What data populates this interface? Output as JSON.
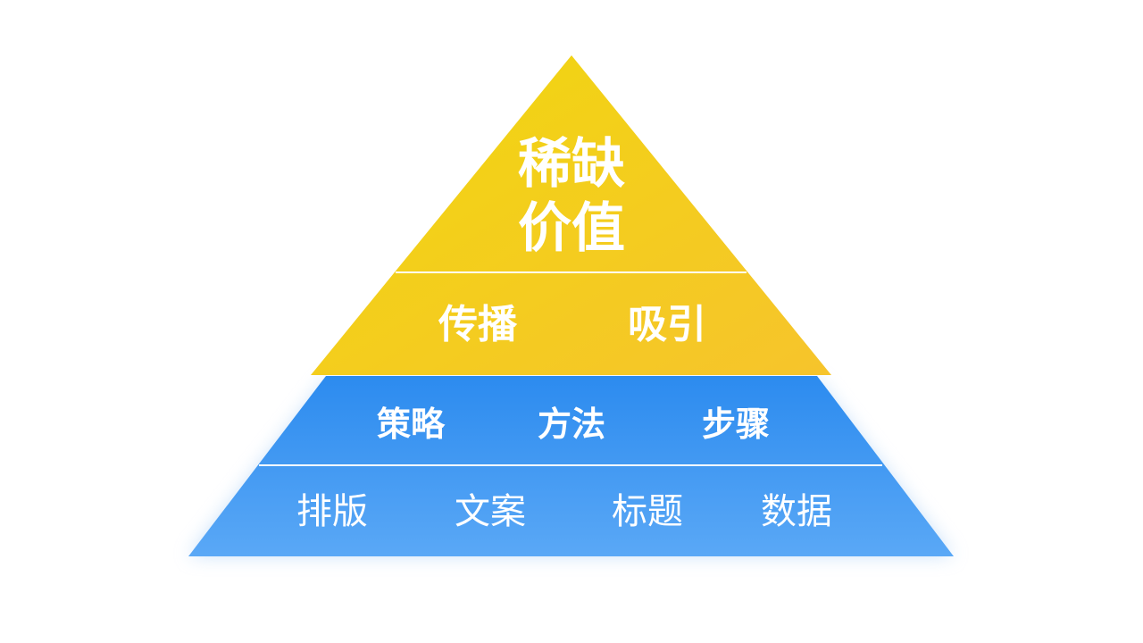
{
  "colors": {
    "yellow_top": "#F1D70E",
    "yellow_bottom": "#F6C42C",
    "blue_top": "#2C8BEF",
    "blue_bottom": "#5AA8F6",
    "divider": "#FFFFFF"
  },
  "pyramid": {
    "apex": {
      "line1": "稀缺",
      "line2": "价值"
    },
    "tier2": [
      "传播",
      "吸引"
    ],
    "tier3": [
      "策略",
      "方法",
      "步骤"
    ],
    "tier4": [
      "排版",
      "文案",
      "标题",
      "数据"
    ]
  }
}
